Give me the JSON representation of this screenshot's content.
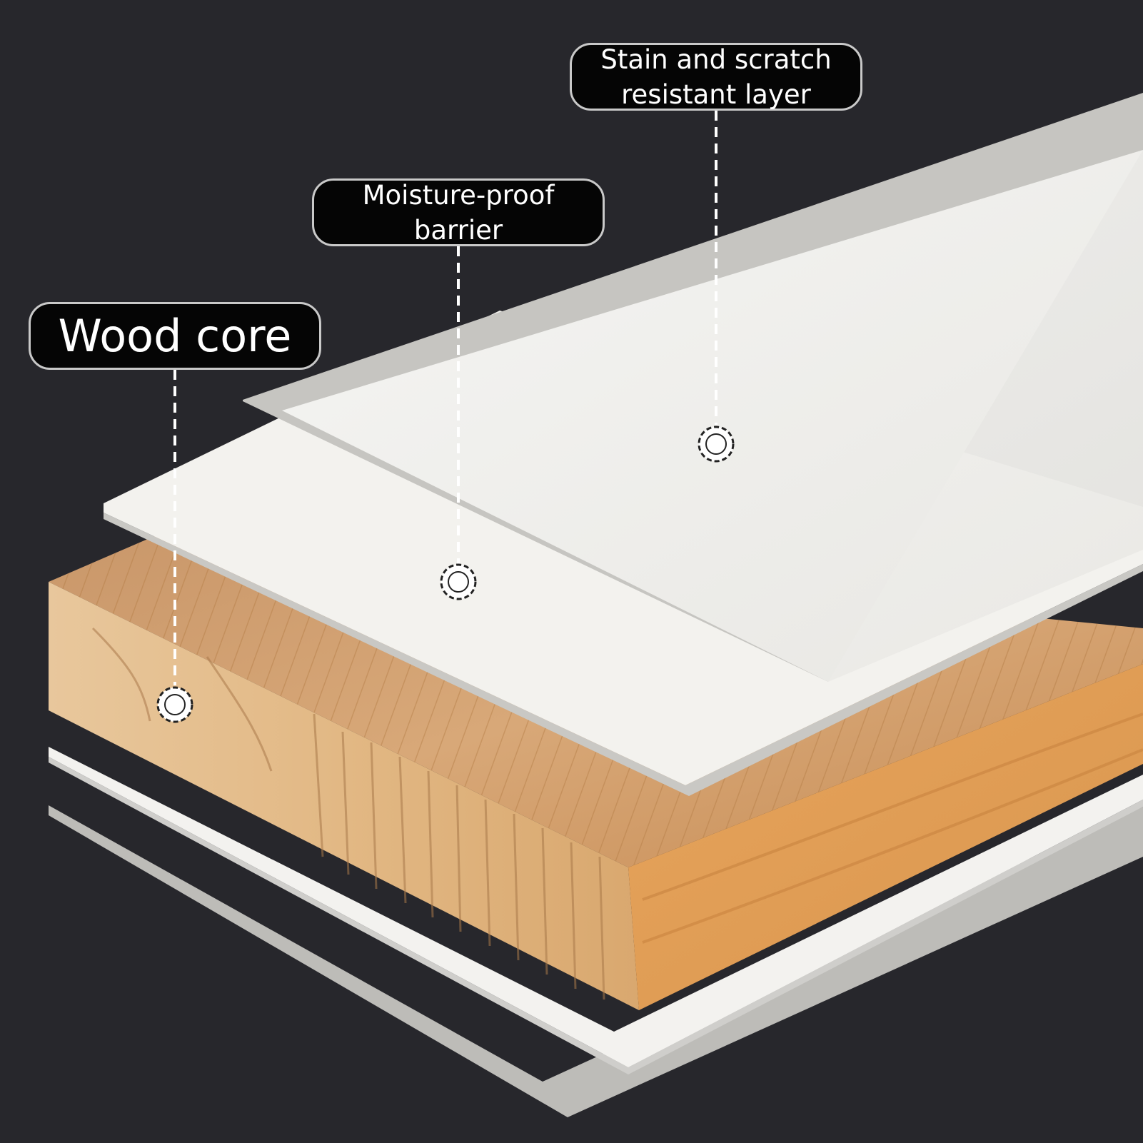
{
  "labels": {
    "stain_scratch": "Stain and scratch\nresistant layer",
    "moisture": "Moisture-proof\nbarrier",
    "wood_core": "Wood core"
  },
  "colors": {
    "background": "#27272c",
    "label_fill": "#050505",
    "label_border": "#c9c9c9",
    "wood": "#e0b078",
    "sheet_white": "#f2f1ee",
    "sheet_gray": "#bfbebb"
  }
}
